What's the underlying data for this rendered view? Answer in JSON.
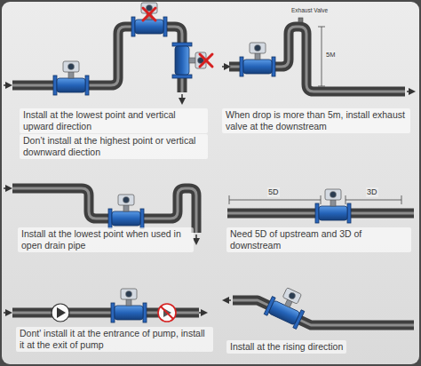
{
  "diagram": {
    "labels": [
      "Install at the lowest point and vertical upward direction",
      "Don’t install at the highest point or vertical downward diection",
      "Exhaust Valve",
      "5M",
      "When drop is more than 5m, install exhaust valve at the downstream",
      "Install at the lowest point when used in open drain pipe",
      "5D",
      "3D",
      "Need 5D of upstream and 3D of downstream",
      "Dont' install it at the entrance of pump, install it at the exit of pump",
      "Install at the rising direction"
    ]
  }
}
